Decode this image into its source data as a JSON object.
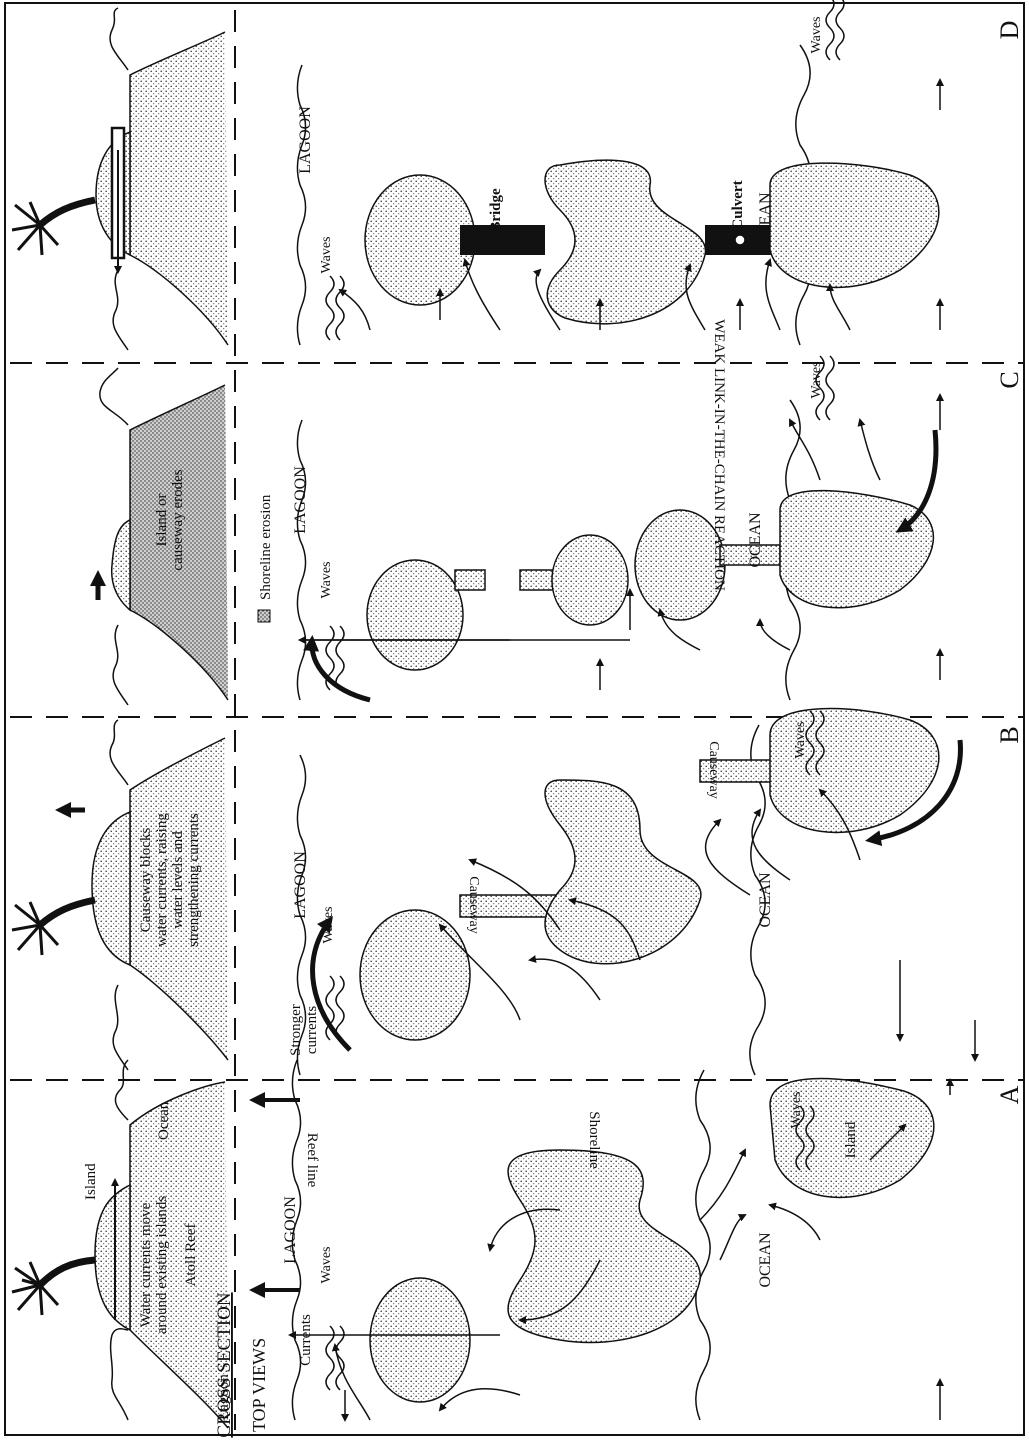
{
  "panel_letters": [
    "A",
    "B",
    "C",
    "D"
  ],
  "headings": {
    "cross_section": "CROSS SECTION",
    "top_views": "TOP VIEWS"
  },
  "labels": {
    "lagoon": "LAGOON",
    "ocean": "OCEAN",
    "waves": "Waves",
    "lagoon_small": "Lagoon",
    "ocean_small": "Ocean",
    "island": "Island",
    "atoll_reef": "Atoll Reef",
    "currents": "Currents",
    "shoreline": "Shoreline",
    "reef_line": "Reef line",
    "causeway": "Causeway",
    "stronger_currents_1": "Stronger",
    "stronger_currents_2": "currents",
    "shoreline_erosion": "Shoreline erosion",
    "weak_link": "WEAK LINK-IN-THE-CHAIN REACTION",
    "bridge": "Bridge",
    "culvert": "Culvert"
  },
  "captions": {
    "a1": "Water currents move",
    "a2": "around existing islands",
    "b1": "Causeway blocks",
    "b2": "water currents, raising",
    "b3": "water levels and",
    "b4": "strengthening currents",
    "c1": "Island or",
    "c2": "causeway erodes"
  },
  "colors": {
    "ink": "#111111",
    "fill": "#d8d8d8"
  }
}
